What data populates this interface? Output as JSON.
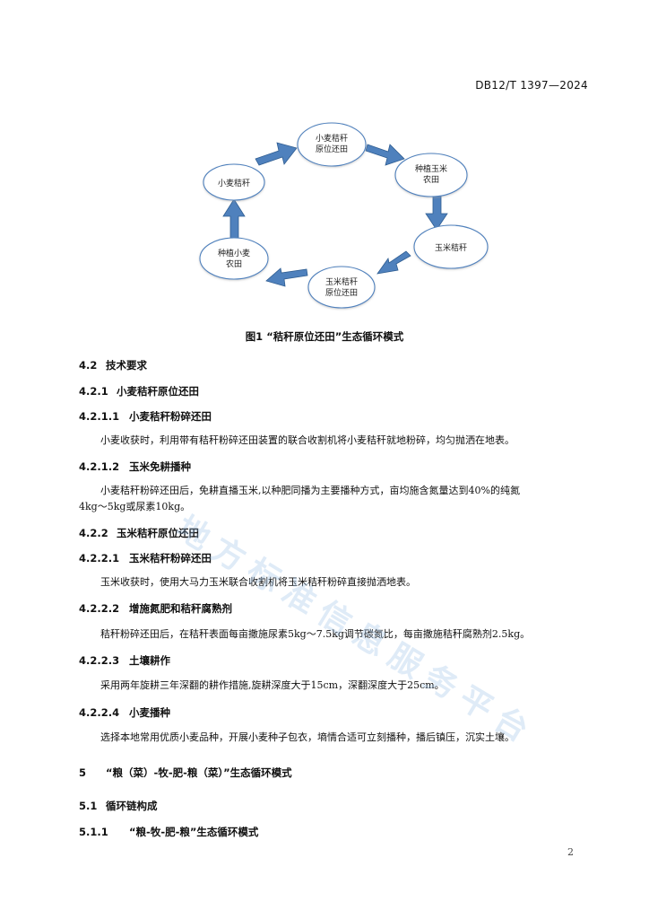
{
  "header": {
    "doc_id": "DB12/T 1397—2024"
  },
  "figure": {
    "nodes": [
      {
        "label_lines": [
          "小麦秸秆",
          "原位还田"
        ]
      },
      {
        "label_lines": [
          "种植玉米",
          "农田"
        ]
      },
      {
        "label_lines": [
          "玉米秸秆"
        ]
      },
      {
        "label_lines": [
          "玉米秸秆",
          "原位还田"
        ]
      },
      {
        "label_lines": [
          "种植小麦",
          "农田"
        ]
      },
      {
        "label_lines": [
          "小麦秸秆"
        ]
      }
    ],
    "caption": "图1  “秸秆原位还田”生态循环模式",
    "colors": {
      "arrow": "#4F81BD",
      "arrow_stroke": "#2F5D91",
      "node_stroke": "#4F81BD"
    }
  },
  "sections": {
    "s4_2": {
      "num": "4.2",
      "title": "技术要求"
    },
    "s4_2_1": {
      "num": "4.2.1",
      "title": "小麦秸秆原位还田"
    },
    "s4_2_1_1": {
      "num": "4.2.1.1",
      "title": "小麦秸秆粉碎还田"
    },
    "p4_2_1_1": "小麦收获时，利用带有秸秆粉碎还田装置的联合收割机将小麦秸秆就地粉碎，均匀抛洒在地表。",
    "s4_2_1_2": {
      "num": "4.2.1.2",
      "title": "玉米免耕播种"
    },
    "p4_2_1_2_l1": "小麦秸秆粉碎还田后，免耕直播玉米,以种肥同播为主要播种方式，亩均施含氮量达到40%的纯氮",
    "p4_2_1_2_l2": "4kg～5kg或尿素10kg。",
    "s4_2_2": {
      "num": "4.2.2",
      "title": "玉米秸秆原位还田"
    },
    "s4_2_2_1": {
      "num": "4.2.2.1",
      "title": "玉米秸秆粉碎还田"
    },
    "p4_2_2_1": "玉米收获时，使用大马力玉米联合收割机将玉米秸秆粉碎直接抛洒地表。",
    "s4_2_2_2": {
      "num": "4.2.2.2",
      "title": "增施氮肥和秸秆腐熟剂"
    },
    "p4_2_2_2": "秸秆粉碎还田后，在秸秆表面每亩撒施尿素5kg～7.5kg调节碳氮比，每亩撒施秸秆腐熟剂2.5kg。",
    "s4_2_2_3": {
      "num": "4.2.2.3",
      "title": "土壤耕作"
    },
    "p4_2_2_3": "采用两年旋耕三年深翻的耕作措施,旋耕深度大于15cm，深翻深度大于25cm。",
    "s4_2_2_4": {
      "num": "4.2.2.4",
      "title": "小麦播种"
    },
    "p4_2_2_4": "选择本地常用优质小麦品种，开展小麦种子包衣，墒情合适可立刻播种，播后镇压，沉实土壤。",
    "s5": {
      "num": "5",
      "title": "“粮（菜）-牧-肥-粮（菜）”生态循环模式"
    },
    "s5_1": {
      "num": "5.1",
      "title": "循环链构成"
    },
    "s5_1_1": {
      "num": "5.1.1",
      "title": "“粮-牧-肥-粮”生态循环模式"
    }
  },
  "footer": {
    "page_number": "2"
  },
  "watermark": {
    "text": "地方标准信息服务平台"
  }
}
